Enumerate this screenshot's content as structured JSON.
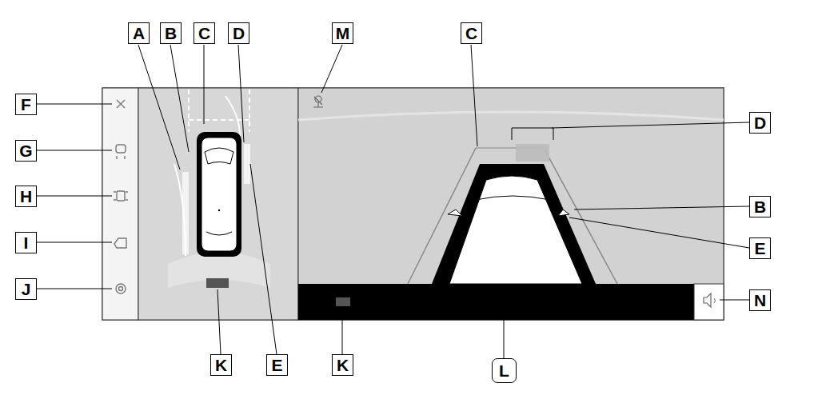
{
  "diagram": {
    "labels": [
      "A",
      "B",
      "C",
      "D",
      "M",
      "C",
      "F",
      "D",
      "G",
      "B",
      "H",
      "E",
      "I",
      "J",
      "N",
      "K",
      "E",
      "K",
      "L"
    ]
  }
}
